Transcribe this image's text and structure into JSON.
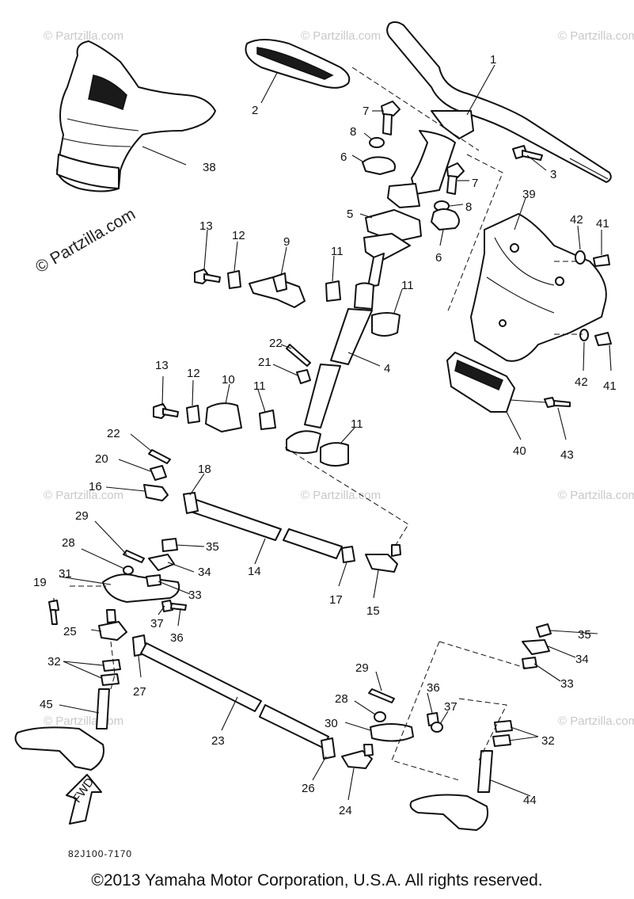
{
  "watermark": {
    "main": "© Partzilla.com",
    "faint": "© Partzilla.com"
  },
  "part_code": "82J100-7170",
  "fwd_label": "FWD",
  "copyright": "©2013 Yamaha Motor Corporation, U.S.A. All rights reserved.",
  "callouts": [
    "1",
    "2",
    "3",
    "4",
    "5",
    "6",
    "6",
    "7",
    "7",
    "8",
    "8",
    "9",
    "10",
    "11",
    "11",
    "11",
    "11",
    "12",
    "12",
    "13",
    "13",
    "14",
    "15",
    "16",
    "17",
    "18",
    "19",
    "20",
    "21",
    "22",
    "22",
    "23",
    "24",
    "25",
    "26",
    "27",
    "28",
    "28",
    "29",
    "29",
    "30",
    "31",
    "32",
    "32",
    "33",
    "33",
    "34",
    "34",
    "35",
    "35",
    "36",
    "36",
    "37",
    "37",
    "38",
    "39",
    "40",
    "41",
    "41",
    "42",
    "42",
    "43",
    "44",
    "45"
  ]
}
